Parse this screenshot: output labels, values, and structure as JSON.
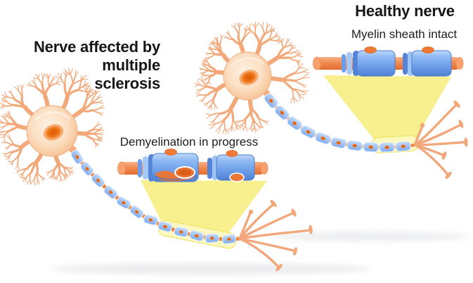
{
  "figure": {
    "left": {
      "title": "Nerve affected by multiple sclerosis",
      "title_lines": [
        "Nerve affected by",
        "multiple",
        "sclerosis"
      ],
      "caption": "Demyelination in progress"
    },
    "right": {
      "title": "Healthy nerve",
      "caption": "Myelin sheath intact"
    }
  },
  "colors": {
    "background": "#ffffff",
    "text": "#161616",
    "neuron_peach": "#f3a87a",
    "soma_fill": "#fbdfc2",
    "nucleus_orange": "#e0650d",
    "axon_orange": "#ee7c33",
    "myelin_blue": "#7fabee",
    "myelin_light_blue": "#bcd6fa",
    "myelin_dark_blue": "#4a7cc9",
    "spotlight_yellow": "#f8ee88",
    "shadow_gray": "#dcdde0"
  }
}
